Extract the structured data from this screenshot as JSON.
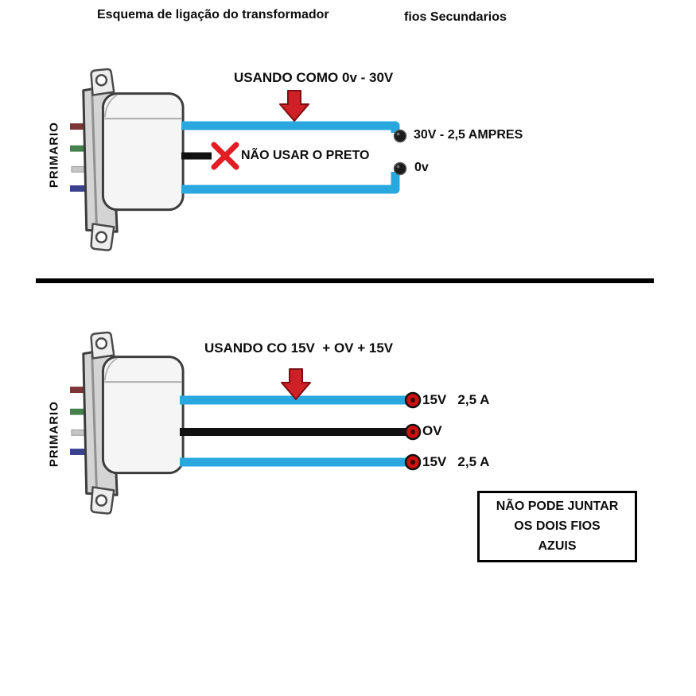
{
  "header": {
    "title_left": "Esquema de ligação do transformador",
    "title_right": "fios Secundarios"
  },
  "colors": {
    "wire_blue": "#29a8e0",
    "wire_black": "#111111",
    "terminal_dark": "#1b1b1b",
    "terminal_red": "#cc1111",
    "arrow_red": "#cf2027",
    "x_red": "#e21d24"
  },
  "top_diagram": {
    "primary_label": "PRIMARIO",
    "usage_title": "USANDO COMO 0v - 30V",
    "black_wire_warning": "NÃO USAR O PRETO",
    "terminal_top_label": "30V - 2,5 AMPRES",
    "terminal_bottom_label": "0v"
  },
  "bottom_diagram": {
    "primary_label": "PRIMARIO",
    "usage_title": "USANDO CO 15V  + OV + 15V",
    "wire_labels": [
      "15V   2,5 A",
      "OV",
      "15V   2,5 A"
    ],
    "note_lines": [
      "NÃO PODE JUNTAR",
      "OS DOIS FIOS",
      "AZUIS"
    ]
  }
}
